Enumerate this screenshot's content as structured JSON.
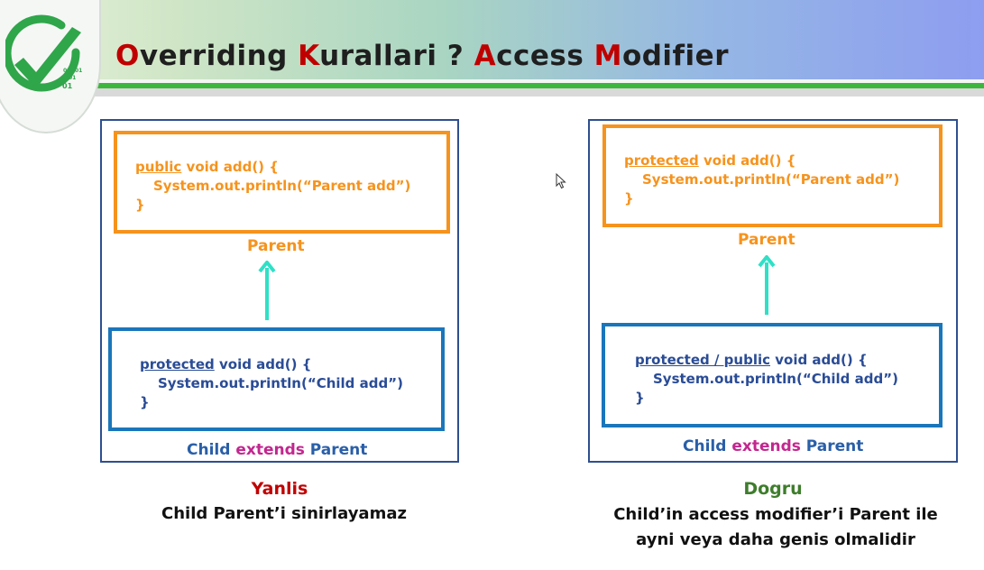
{
  "header": {
    "title_parts": [
      {
        "cap": "O",
        "rest": "verriding "
      },
      {
        "cap": "K",
        "rest": "urallari ? "
      },
      {
        "cap": "A",
        "rest": "ccess "
      },
      {
        "cap": "M",
        "rest": "odifier"
      }
    ],
    "logo_digits": [
      "01",
      "01",
      "01",
      "01"
    ]
  },
  "left_panel": {
    "parent_code": {
      "modifier": "public",
      "signature_rest": " void add() {",
      "body": "System.out.println(“Parent add”)",
      "close": "}"
    },
    "parent_label": "Parent",
    "child_code": {
      "modifier": "protected",
      "signature_rest": " void add() {",
      "body": "System.out.println(“Child add”)",
      "close": "}"
    },
    "child_label": {
      "child": "Child ",
      "extends": "extends",
      "parent": " Parent"
    },
    "verdict": "Yanlis",
    "caption": [
      "Child Parent’i sinirlayamaz"
    ]
  },
  "right_panel": {
    "parent_code": {
      "modifier": "protected",
      "signature_rest": " void add() {",
      "body": "System.out.println(“Parent add”)",
      "close": "}"
    },
    "parent_label": "Parent",
    "child_code": {
      "modifier": "protected / public",
      "signature_rest": " void add() {",
      "body": "System.out.println(“Child add”)",
      "close": "}"
    },
    "child_label": {
      "child": "Child ",
      "extends": "extends",
      "parent": " Parent"
    },
    "verdict": "Dogru",
    "caption": [
      "Child’in access modifier’i Parent ile",
      "ayni veya daha genis olmalidir"
    ]
  },
  "colors": {
    "wrong": "#c00000",
    "right": "#3e7d2c",
    "orange": "#f6931d",
    "blue": "#1a76bb",
    "arrow": "#2fe0c6"
  }
}
